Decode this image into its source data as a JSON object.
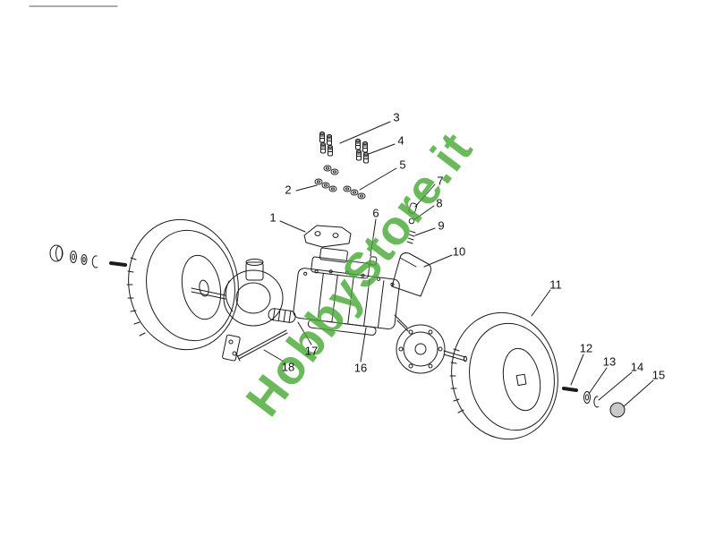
{
  "watermark": {
    "text": "HobbyStore.it",
    "color": "#43ab2f"
  },
  "callouts": {
    "c1": "1",
    "c2": "2",
    "c3": "3",
    "c4": "4",
    "c5": "5",
    "c6": "6",
    "c7": "7",
    "c8": "8",
    "c9": "9",
    "c10": "10",
    "c11": "11",
    "c12": "12",
    "c13": "13",
    "c14": "14",
    "c15": "15",
    "c16": "16",
    "c17": "17",
    "c18": "18"
  }
}
